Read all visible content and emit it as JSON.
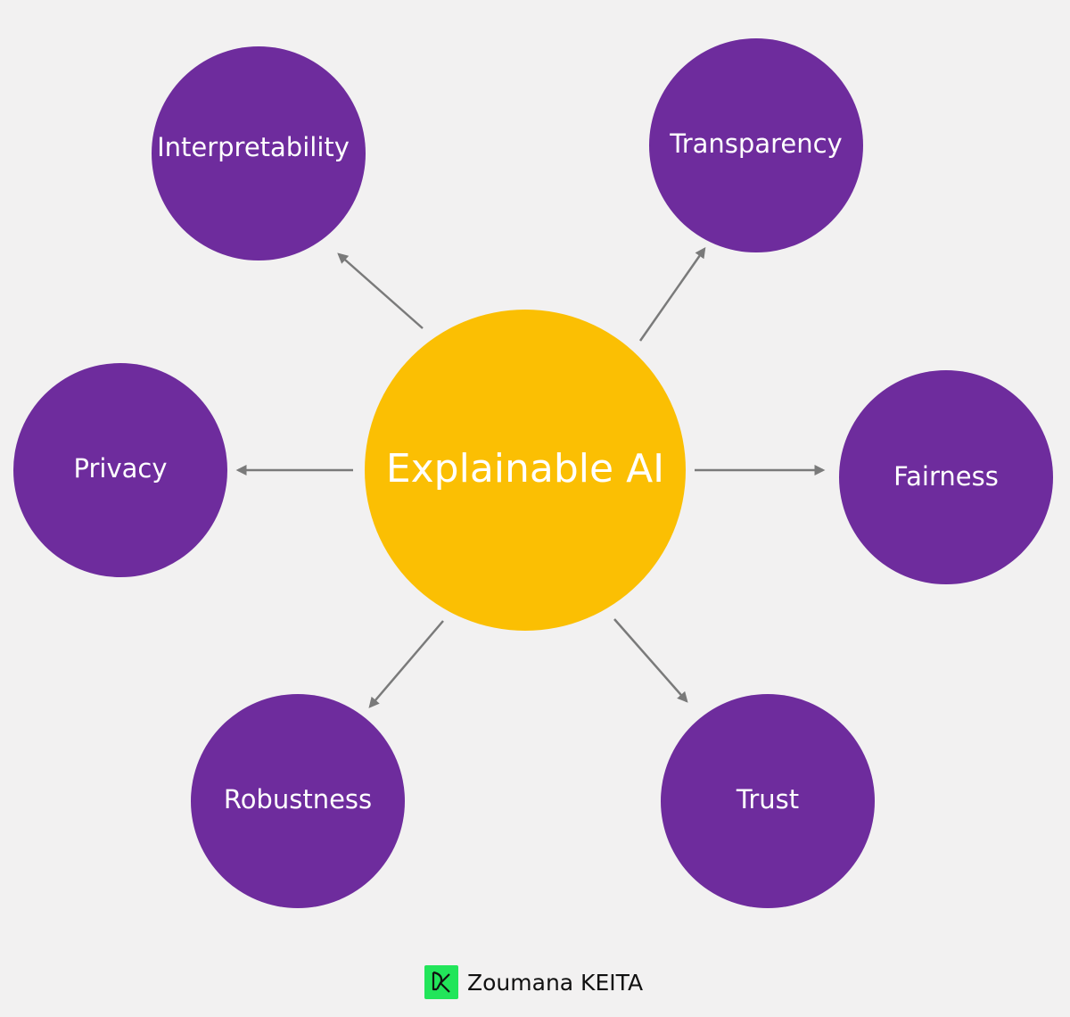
{
  "colors": {
    "background": "#f2f1f1",
    "center_node": "#fbbf03",
    "outer_node": "#6e2c9d",
    "arrow": "#7a7a7a",
    "logo_bg": "#22e55a",
    "logo_fg": "#111111"
  },
  "center": {
    "label": "Explainable AI"
  },
  "nodes": [
    {
      "id": "interpretability",
      "label": "Interpretability"
    },
    {
      "id": "transparency",
      "label": "Transparency"
    },
    {
      "id": "privacy",
      "label": "Privacy"
    },
    {
      "id": "fairness",
      "label": "Fairness"
    },
    {
      "id": "robustness",
      "label": "Robustness"
    },
    {
      "id": "trust",
      "label": "Trust"
    }
  ],
  "edges": [
    {
      "from": "center",
      "to": "interpretability"
    },
    {
      "from": "center",
      "to": "transparency"
    },
    {
      "from": "center",
      "to": "privacy"
    },
    {
      "from": "center",
      "to": "fairness"
    },
    {
      "from": "center",
      "to": "robustness"
    },
    {
      "from": "center",
      "to": "trust"
    }
  ],
  "footer": {
    "logo_icon": "dc-logo-icon",
    "author": "Zoumana KEITA"
  }
}
